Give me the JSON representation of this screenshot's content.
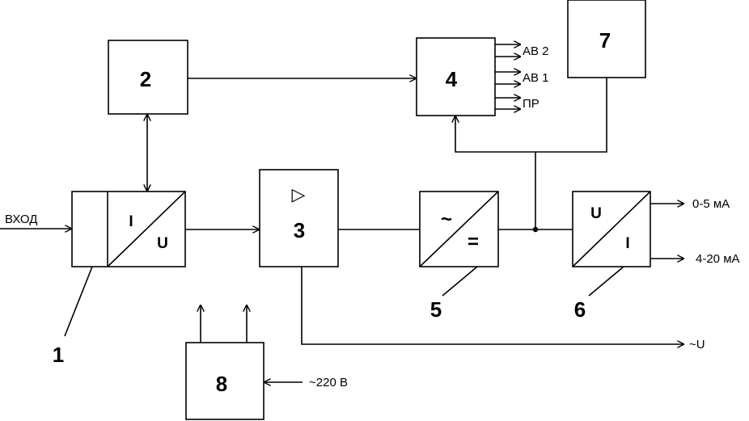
{
  "blocks": {
    "b1": {
      "number": "1",
      "top_symbol": "I",
      "bottom_symbol": "U"
    },
    "b2": {
      "number": "2"
    },
    "b3": {
      "number": "3",
      "symbol": "▷"
    },
    "b4": {
      "number": "4"
    },
    "b5": {
      "number": "5",
      "top_symbol": "~",
      "bottom_symbol": "="
    },
    "b6": {
      "number": "6",
      "top_symbol": "U",
      "bottom_symbol": "I"
    },
    "b7": {
      "number": "7"
    },
    "b8": {
      "number": "8"
    }
  },
  "signals": {
    "input": "ВХОД",
    "ab2": "АВ 2",
    "ab1": "АВ 1",
    "pr": "ПР",
    "out_0_5": "0-5 мА",
    "out_4_20": "4-20 мА",
    "out_u": "~U",
    "power": "~220 В"
  }
}
